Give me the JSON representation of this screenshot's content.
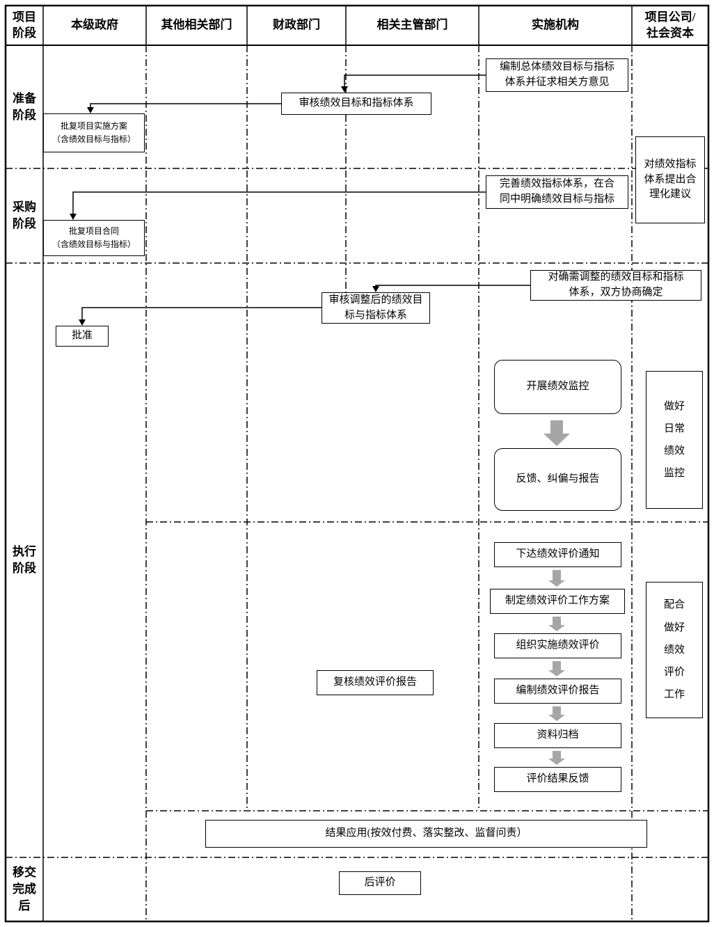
{
  "lanes": {
    "phase": "项目\n阶段",
    "government": "本级政府",
    "other_departments": "其他相关部门",
    "finance": "财政部门",
    "competent": "相关主管部门",
    "agency": "实施机构",
    "company": "项目公司/\n社会资本"
  },
  "phases": {
    "preparation": "准备\n阶段",
    "procurement": "采购\n阶段",
    "execution": "执行\n阶段",
    "transfer": "移交\n完成\n后"
  },
  "boxes": {
    "compile_targets": "编制总体绩效目标与指标\n体系并征求相关方意见",
    "review_targets": "审核绩效目标和指标体系",
    "approve_plan": "批复项目实施方案\n（含绩效目标与指标）",
    "suggestions": "对绩效指标\n体系提出合\n理化建议",
    "improve_system": "完善绩效指标体系，在合\n同中明确绩效目标与指标",
    "approve_contract": "批复项目合同\n（含绩效目标与指标）",
    "adjust_targets": "对确需调整的绩效目标和指标\n体系，双方协商确定",
    "review_adjusted": "审核调整后的绩效目\n标与指标体系",
    "approve": "批准",
    "monitor": "开展绩效监控",
    "feedback": "反馈、纠偏与报告",
    "daily_monitor": "做好\n日常\n绩效\n监控",
    "eval_notice": "下达绩效评价通知",
    "eval_plan": "制定绩效评价工作方案",
    "eval_implement": "组织实施绩效评价",
    "eval_report": "编制绩效评价报告",
    "archive": "资料归档",
    "eval_feedback": "评价结果反馈",
    "recheck_report": "复核绩效评价报告",
    "cooperate": "配合\n做好\n绩效\n评价\n工作",
    "result_apply": "结果应用(按效付费、落实整改、监督问责）",
    "post_eval": "后评价"
  },
  "colors": {
    "line": "#000000",
    "block_arrow": "#a6a6a6",
    "background": "#ffffff"
  }
}
